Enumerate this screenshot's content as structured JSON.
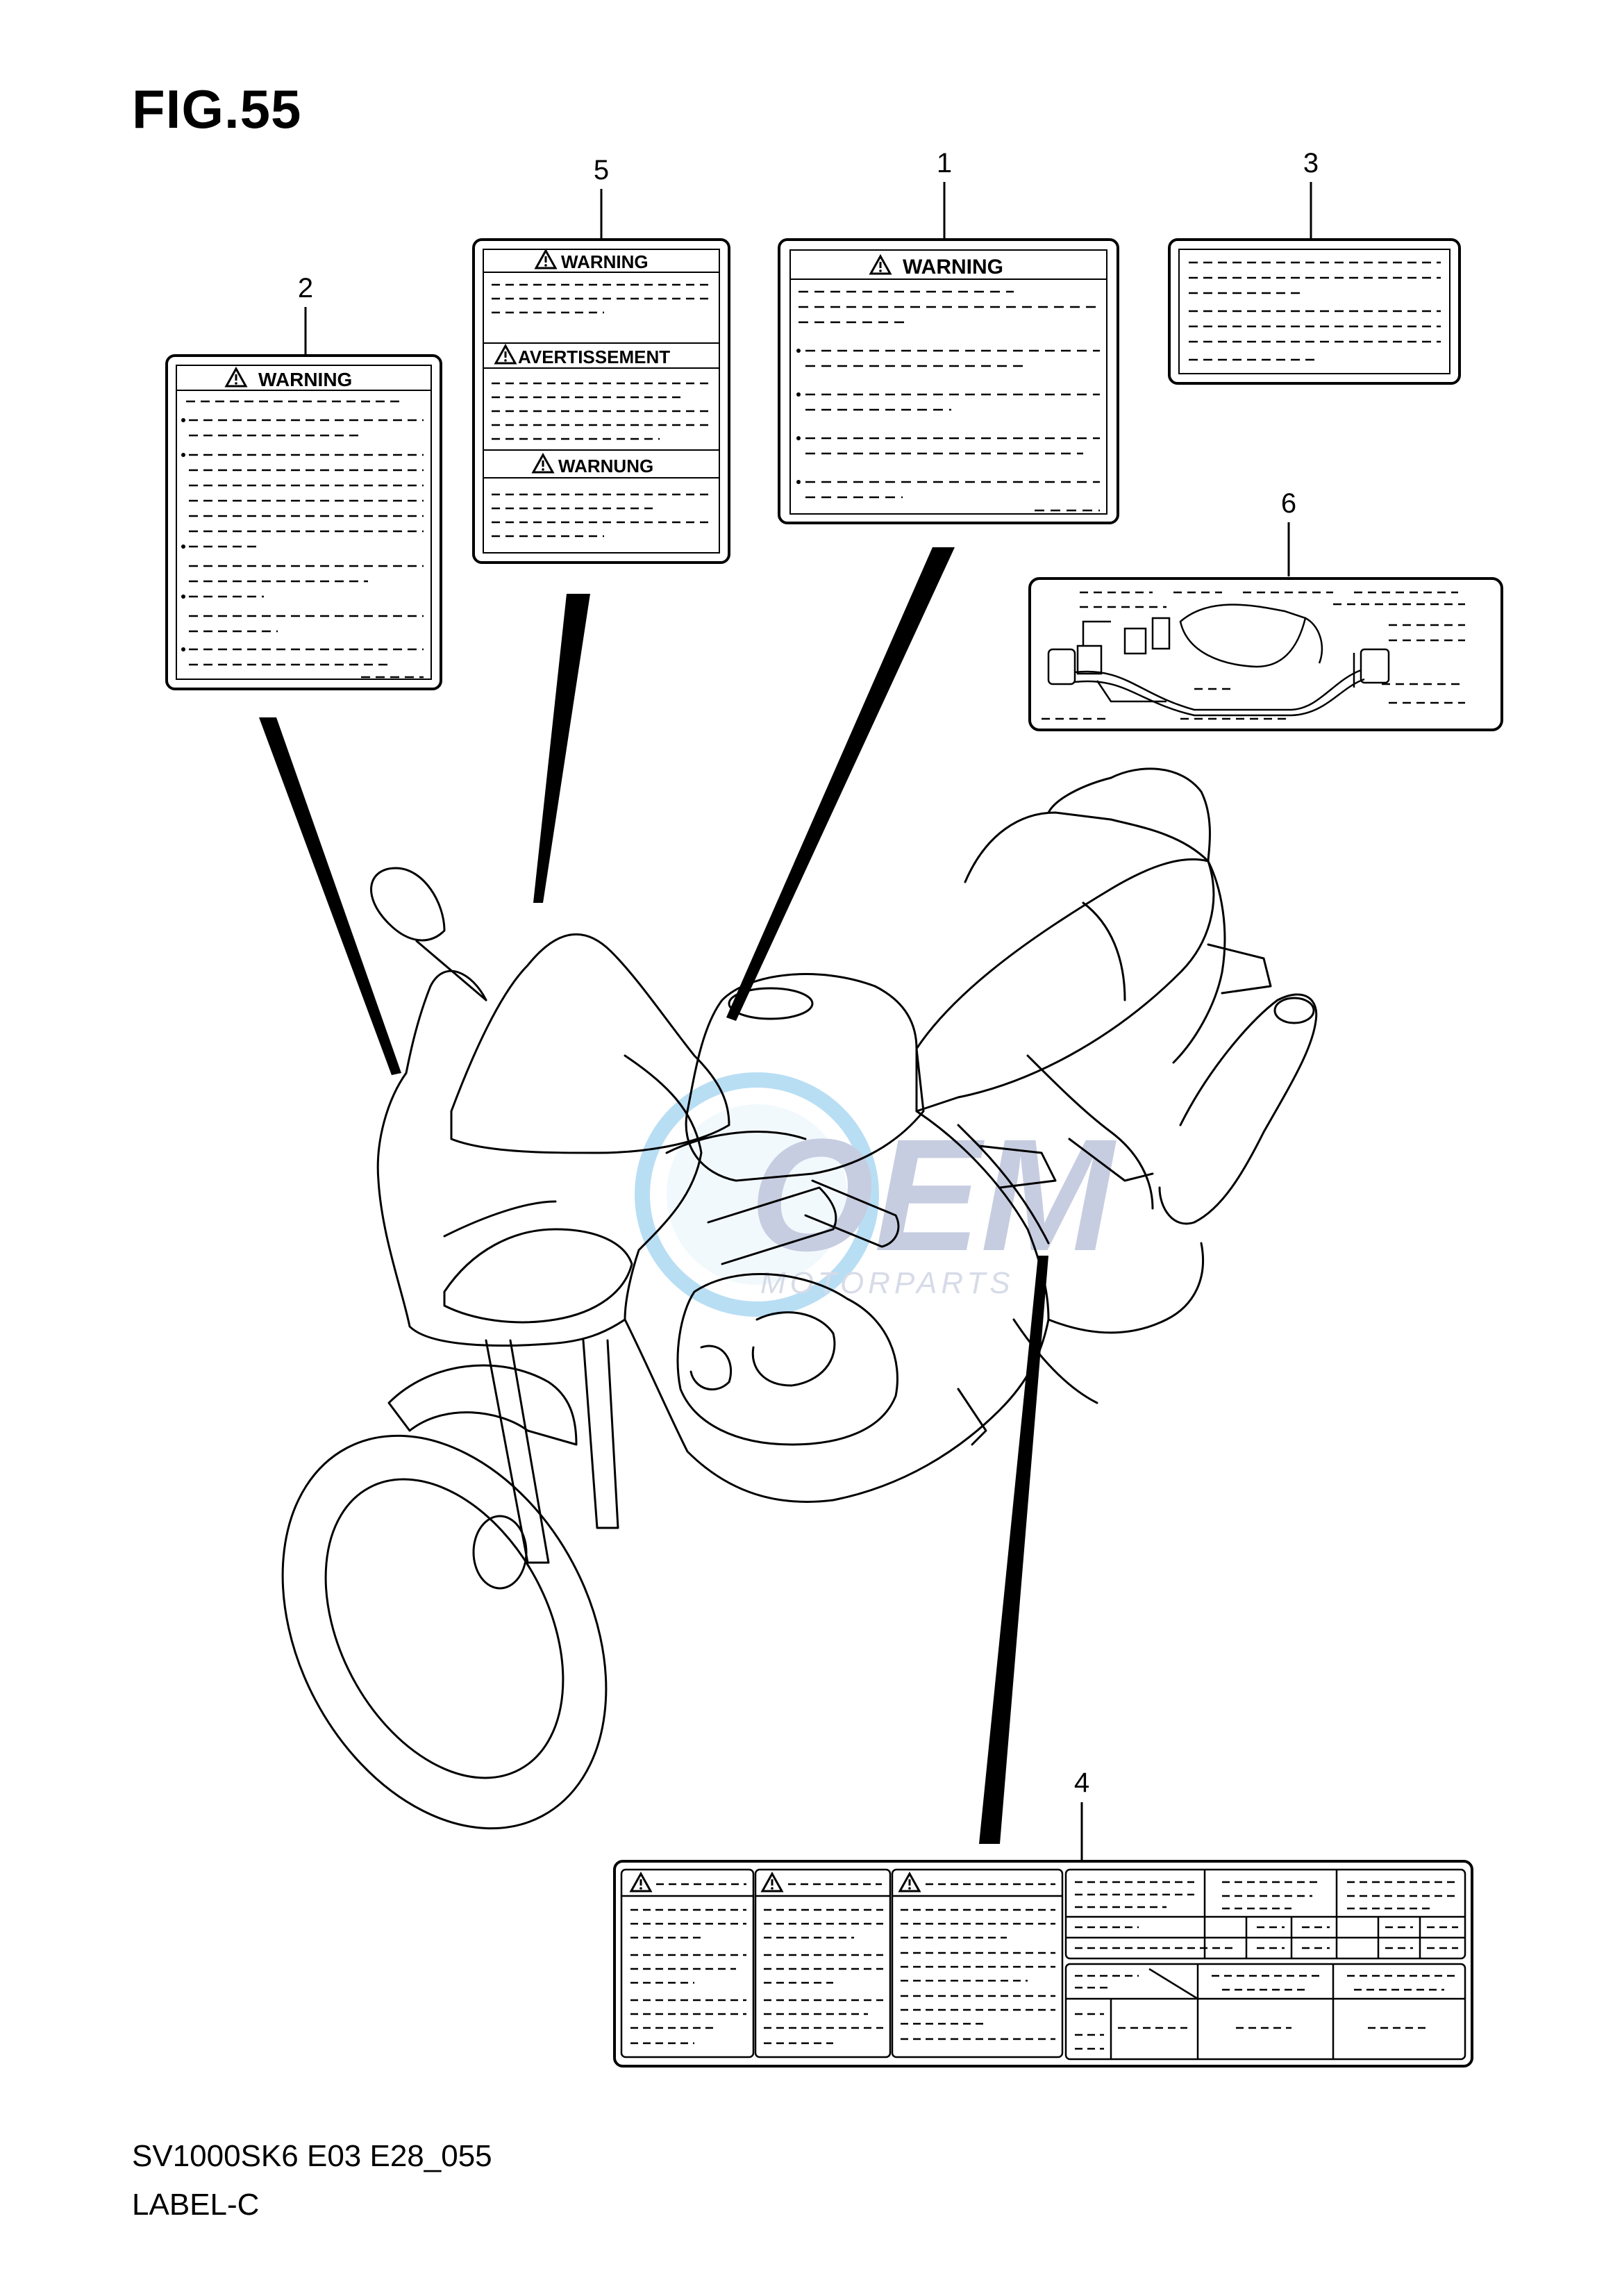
{
  "figure": {
    "title": "FIG.55",
    "diagram_code": "SV1000SK6 E03 E28_055",
    "subtitle": "LABEL-C"
  },
  "callouts": {
    "label_1": "1",
    "label_2": "2",
    "label_3": "3",
    "label_4": "4",
    "label_5": "5",
    "label_6": "6"
  },
  "labels": {
    "warning": "WARNING",
    "avertissement": "AVERTISSEMENT",
    "warnung": "WARNUNG"
  },
  "watermark": {
    "brand": "OEM",
    "tagline": "MOTORPARTS",
    "brand_color": "#9aa6c8",
    "accent_color": "#7fc4ec"
  },
  "icons": [
    "warning-triangle-icon"
  ]
}
